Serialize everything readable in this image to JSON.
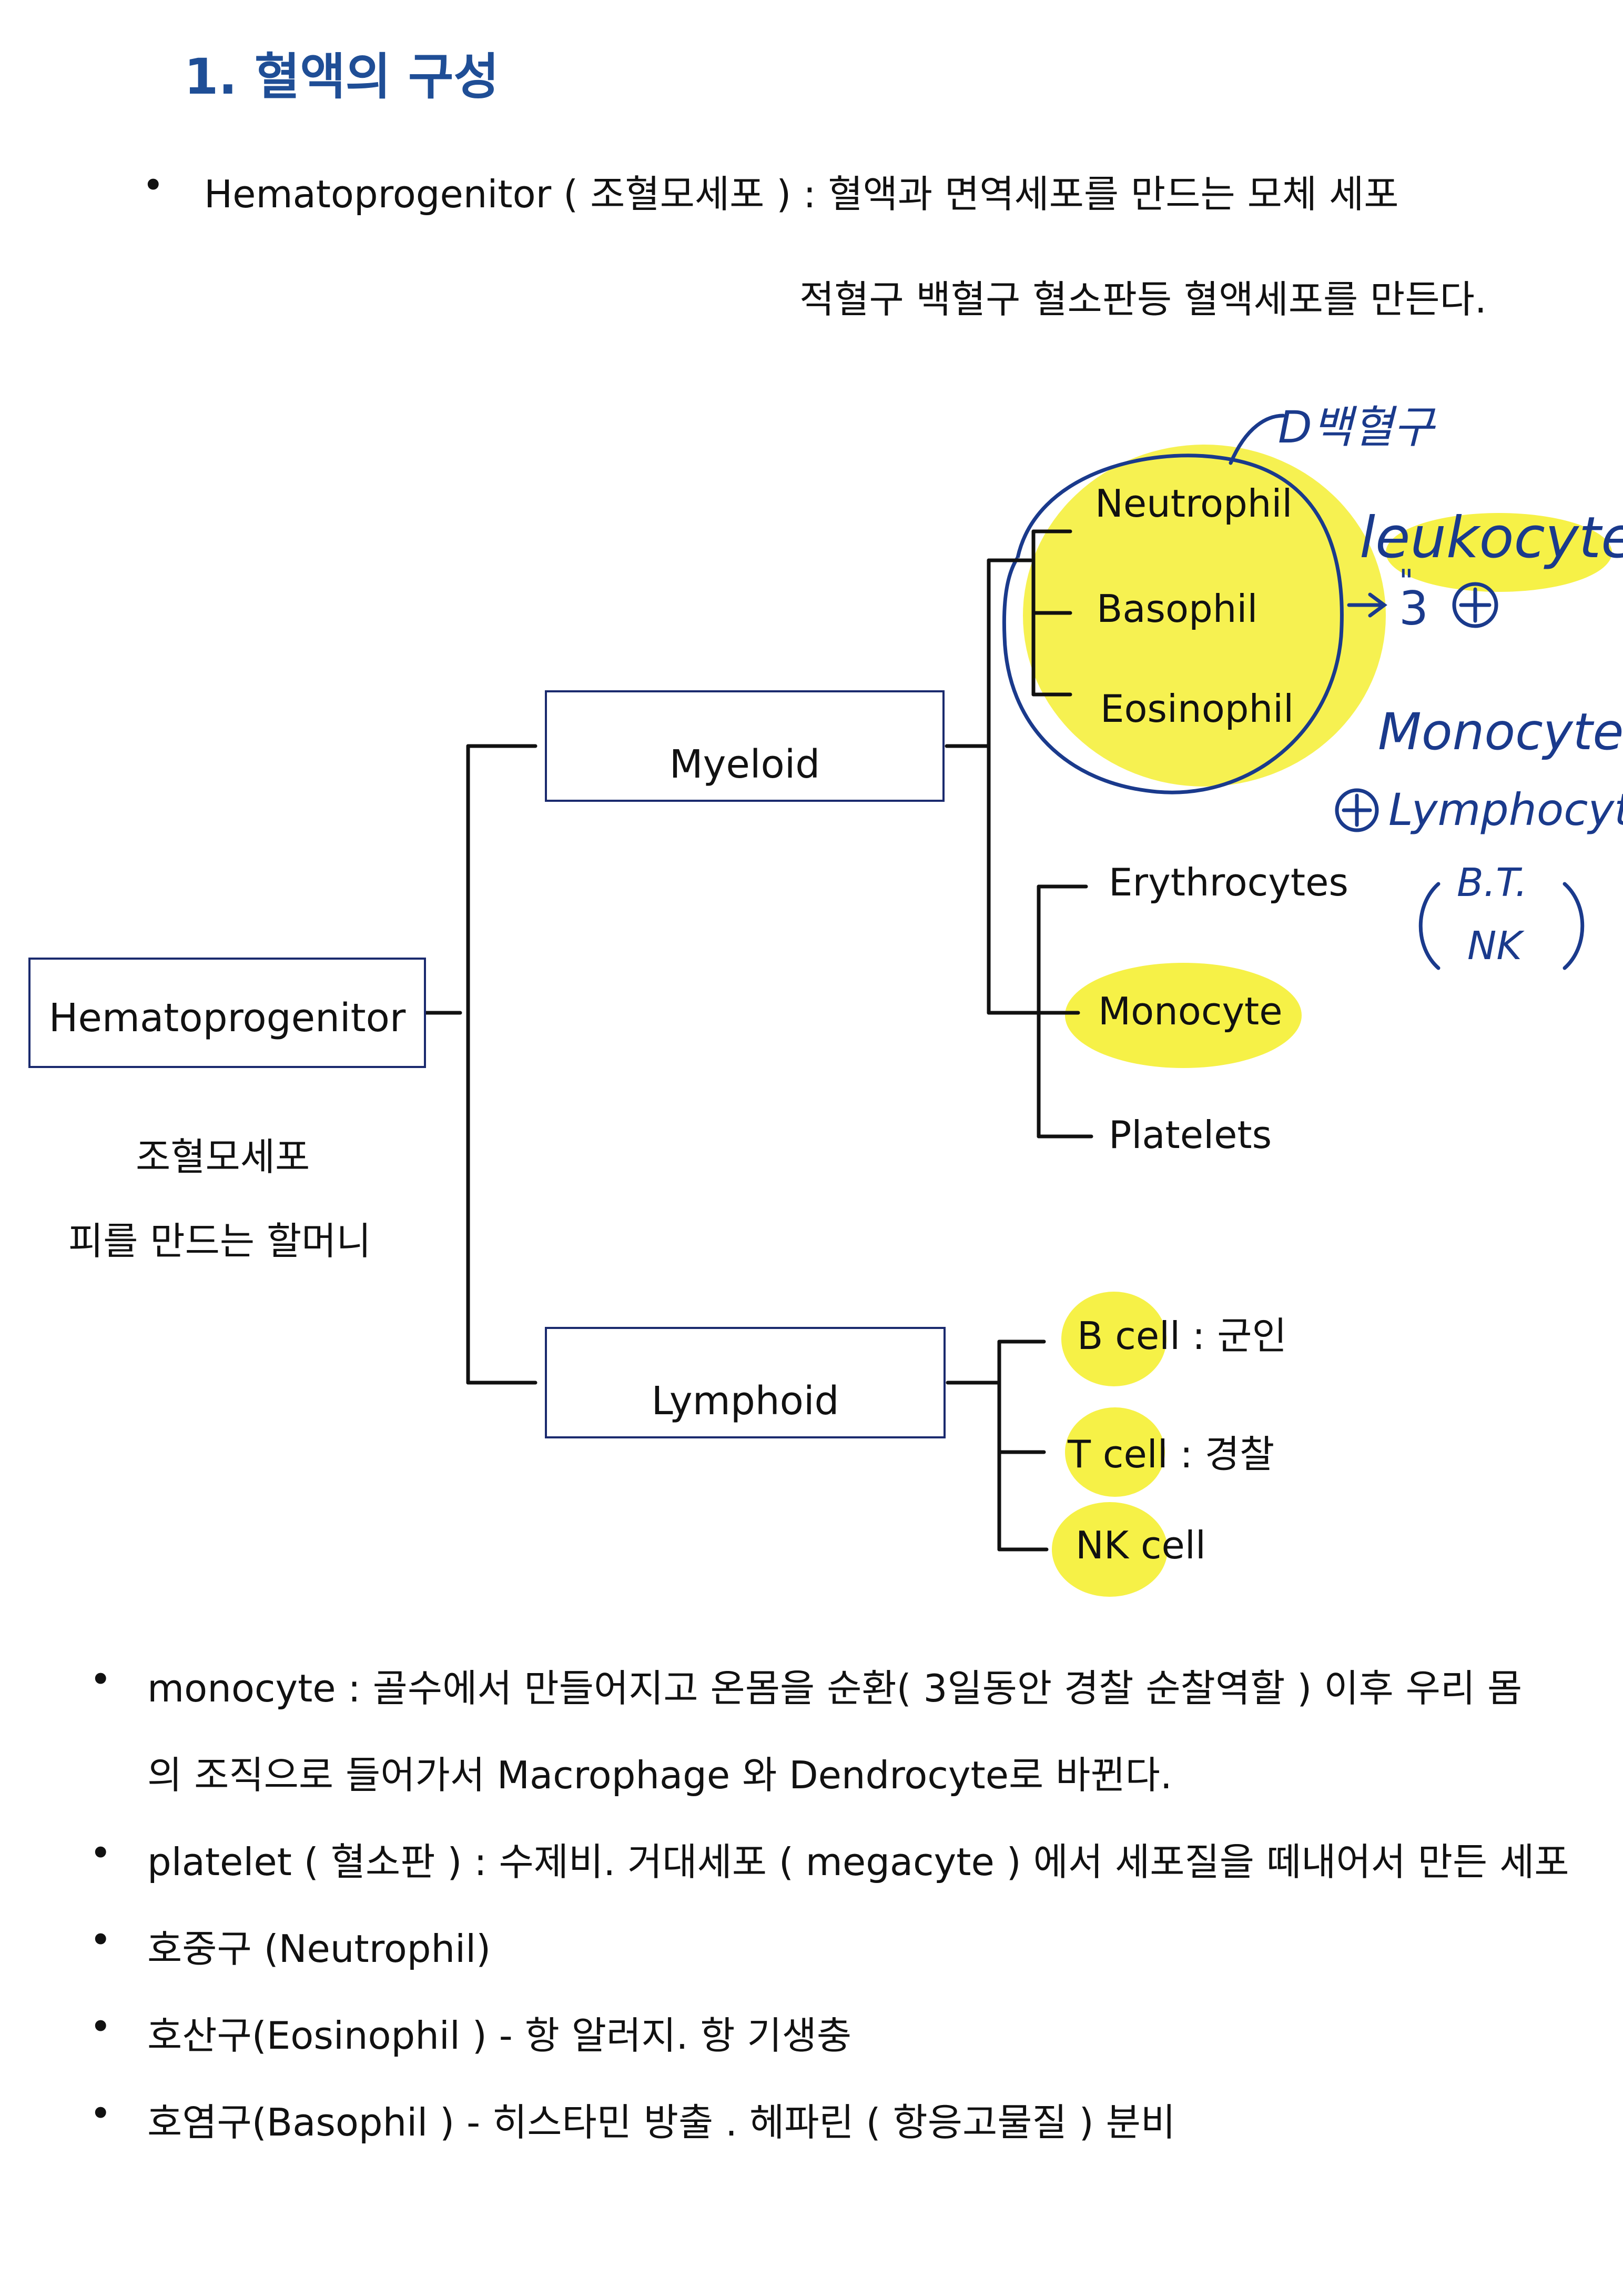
{
  "title": "1.   혈액의 구성",
  "intro": {
    "bullet": "•",
    "text": "Hematoprogenitor ( 조혈모세포 ) : 혈액과 면역세포를 만드는 모체 세포",
    "note": "적혈구 백혈구  혈소판등 혈액세포를 만든다."
  },
  "diagram": {
    "root": {
      "label": "Hematoprogenitor",
      "subtitle1": "조혈모세포",
      "subtitle2": "피를 만드는 할머니"
    },
    "myeloid": {
      "label": "Myeloid",
      "granulocytes": [
        "Neutrophil",
        "Basophil",
        "Eosinophil"
      ],
      "others": [
        "Erythrocytes",
        "Monocyte",
        "Platelets"
      ]
    },
    "lymphoid": {
      "label": "Lymphoid",
      "cells": [
        "B cell : 군인",
        "T cell : 경찰",
        "NK cell"
      ]
    },
    "handwritten": {
      "arrow_note": "D백혈구",
      "leukocyte": "leukocyte",
      "equals": "\"",
      "three": "3",
      "monocyte": "Monocyte",
      "lymphocyte": "Lymphocyte",
      "bt": "B.T.",
      "nk": "NK"
    },
    "colors": {
      "box_border": "#1a2a6e",
      "highlight": "#f5ef33",
      "ink": "#1a3a8c",
      "title": "#1f4e96"
    }
  },
  "notes": [
    {
      "bullet": "•",
      "text": "monocyte :  골수에서 만들어지고  온몸을 순환( 3일동안  경찰 순찰역할  ) 이후 우리 몸"
    },
    {
      "bullet": "",
      "text": "의 조직으로 들어가서 Macrophage 와 Dendrocyte로 바뀐다."
    },
    {
      "bullet": "•",
      "text": "platelet ( 혈소판 ) : 수제비.  거대세포 ( megacyte ) 에서 세포질을 떼내어서 만든 세포"
    },
    {
      "bullet": "•",
      "text": "호중구 (Neutrophil)"
    },
    {
      "bullet": "•",
      "text": "호산구(Eosinophil ) - 항 알러지. 항 기생충"
    },
    {
      "bullet": "•",
      "text": "호염구(Basophil ) - 히스타민 방출 . 헤파린 ( 항응고물질 ) 분비"
    }
  ]
}
